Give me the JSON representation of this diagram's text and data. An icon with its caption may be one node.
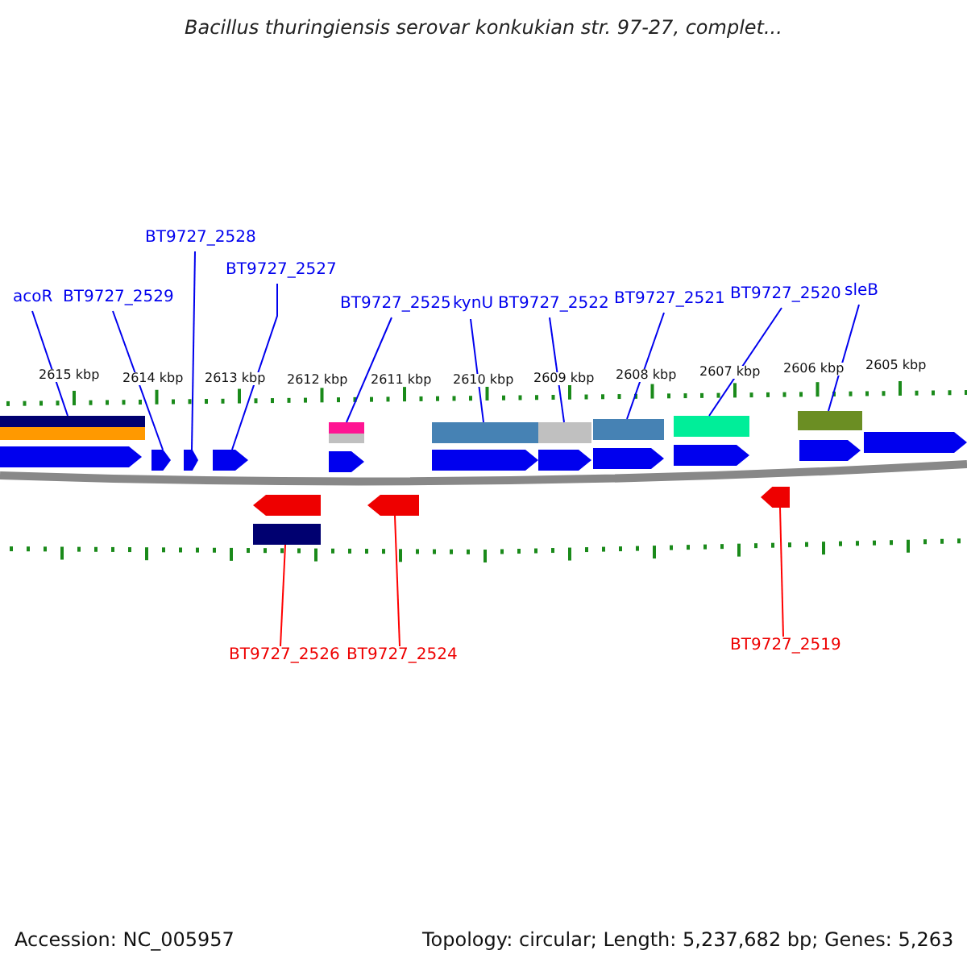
{
  "diagram": {
    "title": "Bacillus thuringiensis serovar konkukian str. 97-27, complet...",
    "nodes": [
      {
        "text": [
          "acoR"
        ]
      },
      {
        "text": [
          "BT9727_2529"
        ]
      },
      {
        "text": [
          "BT9727_2528"
        ]
      },
      {
        "text": [
          "BT9727_2527"
        ]
      },
      {
        "text": [
          "BT9727_2525"
        ]
      },
      {
        "text": [
          "kynU"
        ]
      },
      {
        "text": [
          "BT9727_2522"
        ]
      },
      {
        "text": [
          "BT9727_2521"
        ]
      },
      {
        "text": [
          "BT9727_2520"
        ]
      },
      {
        "text": [
          "sleB"
        ]
      },
      {
        "text": [
          "BT9727_2526"
        ]
      },
      {
        "text": [
          "BT9727_2524"
        ]
      },
      {
        "text": [
          "BT9727_2519"
        ]
      },
      {
        "text": [],
        "shape": "arrow"
      },
      {
        "text": [],
        "shape": "arrow"
      },
      {
        "text": [],
        "shape": "arrow"
      },
      {
        "text": [],
        "shape": "arrow"
      },
      {
        "text": [],
        "shape": "arrow"
      },
      {
        "text": [],
        "shape": "arrow"
      },
      {
        "text": [],
        "shape": "arrow"
      },
      {
        "text": [],
        "shape": "arrow"
      },
      {
        "text": [],
        "shape": "arrow"
      },
      {
        "text": [],
        "shape": "arrow"
      },
      {
        "text": [],
        "shape": "arrow"
      },
      {
        "text": [],
        "shape": "arrow"
      },
      {
        "text": [],
        "shape": "arrow"
      }
    ],
    "edges": [
      {
        "from": 0,
        "to": 13,
        "arrow": "none"
      },
      {
        "from": 1,
        "to": 14,
        "arrow": "none"
      },
      {
        "from": 2,
        "to": 15,
        "arrow": "none"
      },
      {
        "from": 3,
        "to": 16,
        "arrow": "none"
      },
      {
        "from": 4,
        "to": 17,
        "arrow": "none"
      },
      {
        "from": 5,
        "to": 18,
        "arrow": "none"
      },
      {
        "from": 6,
        "to": 19,
        "arrow": "none"
      },
      {
        "from": 7,
        "to": 20,
        "arrow": "none"
      },
      {
        "from": 8,
        "to": 21,
        "arrow": "none"
      },
      {
        "from": 9,
        "to": 22,
        "arrow": "none"
      },
      {
        "from": 10,
        "to": 23,
        "arrow": "none",
        "color": "#ff0000"
      },
      {
        "from": 11,
        "to": 24,
        "arrow": "none",
        "color": "#ff0000"
      },
      {
        "from": 12,
        "to": 25,
        "arrow": "none",
        "color": "#ff0000"
      }
    ],
    "labels": [
      "2615 kbp",
      "2614 kbp",
      "2613 kbp",
      "2612 kbp",
      "2611 kbp",
      "2610 kbp",
      "2609 kbp",
      "2608 kbp",
      "2607 kbp",
      "2606 kbp",
      "2605 kbp",
      "Accession: NC_005957",
      "Topology: circular; Length: 5,237,682 bp; Genes: 5,263"
    ]
  }
}
